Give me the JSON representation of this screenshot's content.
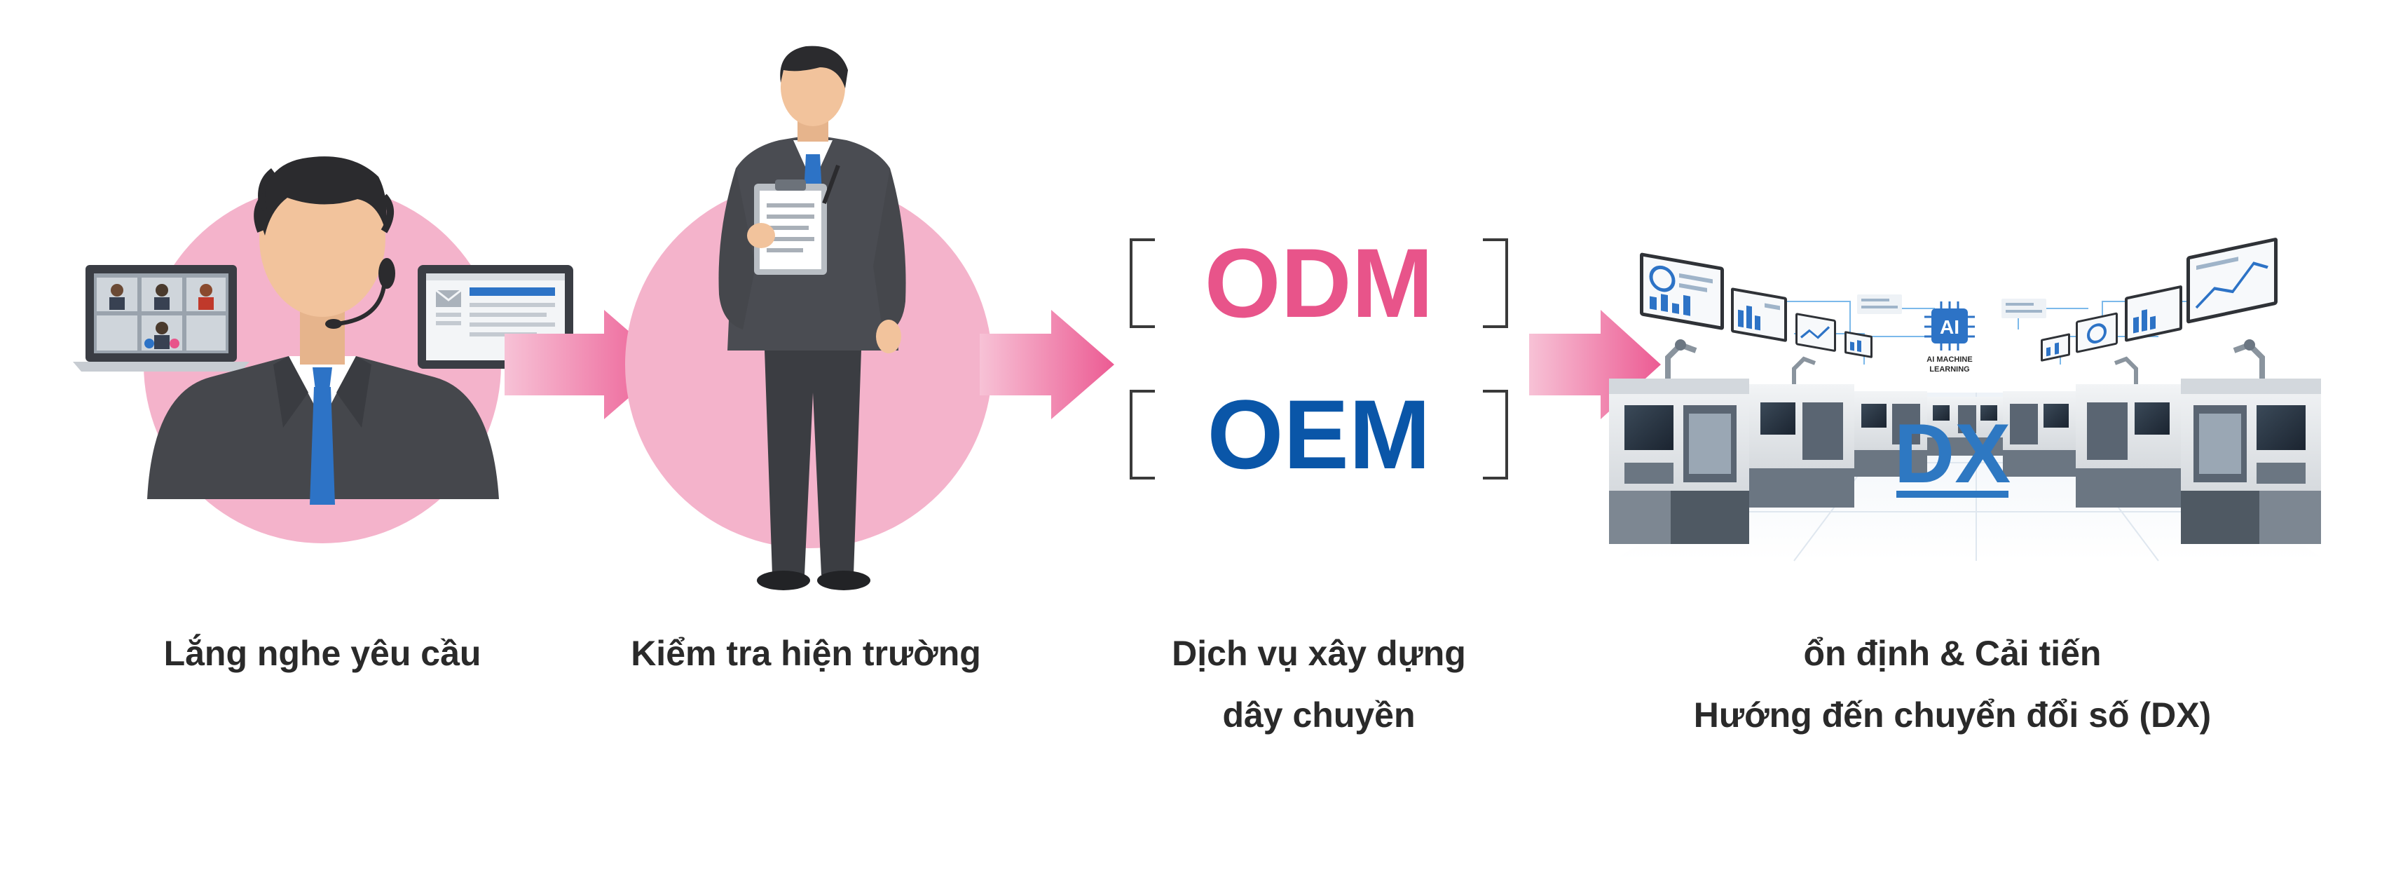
{
  "colors": {
    "pink_circle": "#f4b3cb",
    "arrow_pink": "#ec5b93",
    "odm": "#e8548a",
    "oem": "#0a56a8",
    "dx_blue": "#2e78c2",
    "suit": "#45474c",
    "tie": "#2d73c6",
    "skin": "#f2c39c"
  },
  "steps": [
    {
      "caption": [
        "Lắng nghe yêu cầu"
      ]
    },
    {
      "caption": [
        "Kiểm tra hiện trường"
      ]
    },
    {
      "caption": [
        "Dịch vụ xây dựng",
        "dây chuyền"
      ],
      "labels": [
        "ODM",
        "OEM"
      ]
    },
    {
      "caption": [
        "ổn định & Cải tiến",
        "Hướng đến chuyển đổi số (DX)"
      ],
      "labels": [
        "DX",
        "AI",
        "AI MACHINE",
        "LEARNING"
      ]
    }
  ]
}
